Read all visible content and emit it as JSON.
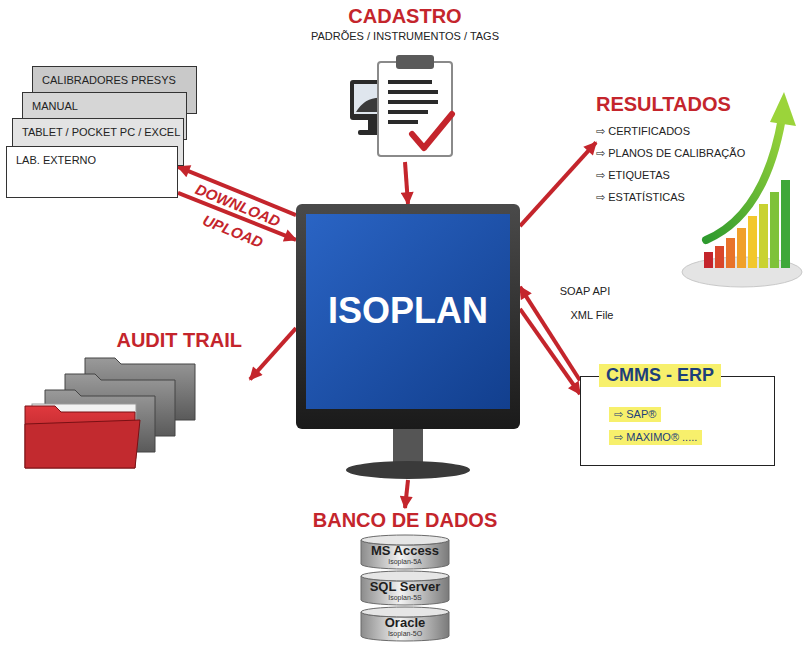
{
  "diagram": {
    "nodes": [
      {
        "text": [
          "CADASTRO",
          "PADRÕES / INSTRUMENTOS / TAGS"
        ]
      },
      {
        "text": [
          "CALIBRADORES PRESYS"
        ]
      },
      {
        "text": [
          "MANUAL"
        ]
      },
      {
        "text": [
          "TABLET / POCKET PC / EXCEL"
        ]
      },
      {
        "text": [
          "LAB. EXTERNO"
        ]
      },
      {
        "text": [
          "RESULTADOS",
          "⇨ CERTIFICADOS",
          "⇨ PLANOS DE CALIBRAÇÃO",
          "⇨ ETIQUETAS",
          "⇨ ESTATÍSTICAS"
        ]
      },
      {
        "text": [
          "ISOPLAN"
        ]
      },
      {
        "text": [
          "AUDIT TRAIL"
        ]
      },
      {
        "text": [
          "CMMS - ERP",
          "⇨ SAP®",
          "⇨ MAXIMO® ....."
        ]
      },
      {
        "text": [
          "BANCO DE DADOS"
        ]
      },
      {
        "text": [
          "MS Access",
          "Isoplan-5A"
        ],
        "in": 9
      },
      {
        "text": [
          "SQL Server",
          "Isoplan-5S"
        ],
        "in": 9
      },
      {
        "text": [
          "Oracle",
          "Isoplan-5O"
        ],
        "in": 9
      }
    ],
    "edges": [
      {
        "from": 0,
        "to": 6,
        "arrow": "to"
      },
      {
        "from": 6,
        "to": 4,
        "label": "DOWNLOAD",
        "arrow": "to"
      },
      {
        "from": 4,
        "to": 6,
        "label": "UPLOAD",
        "arrow": "to"
      },
      {
        "from": 6,
        "to": 5,
        "arrow": "to"
      },
      {
        "from": 6,
        "to": 7,
        "arrow": "to"
      },
      {
        "from": 8,
        "to": 6,
        "label": "SOAP API",
        "arrow": "to"
      },
      {
        "from": 6,
        "to": 8,
        "label": "XML File",
        "arrow": "to"
      },
      {
        "from": 6,
        "to": 9,
        "arrow": "to"
      }
    ]
  }
}
